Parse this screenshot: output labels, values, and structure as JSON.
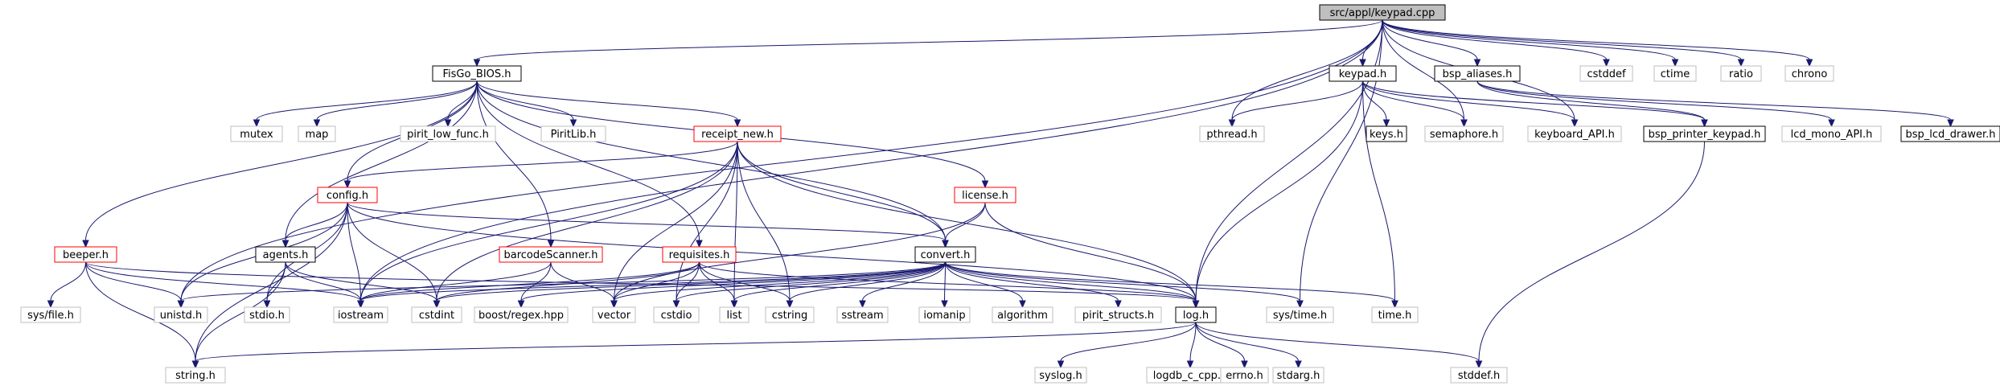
{
  "graph": {
    "colors": {
      "edge": "#191970",
      "root_fill": "#bfbfbf",
      "default_border": "#000000",
      "red_border": "#ff0000",
      "gray_border": "#bfbfbf",
      "text": "#000000"
    },
    "nodes": [
      {
        "id": "keypad_cpp",
        "label": "src/appl/keypad.cpp",
        "style": "root"
      },
      {
        "id": "fisgo",
        "label": "FisGo_BIOS.h",
        "style": "black"
      },
      {
        "id": "keypad_h",
        "label": "keypad.h",
        "style": "black"
      },
      {
        "id": "bsp_aliases",
        "label": "bsp_aliases.h",
        "style": "black"
      },
      {
        "id": "cstddef",
        "label": "cstddef",
        "style": "gray"
      },
      {
        "id": "ctime",
        "label": "ctime",
        "style": "gray"
      },
      {
        "id": "ratio",
        "label": "ratio",
        "style": "gray"
      },
      {
        "id": "chrono",
        "label": "chrono",
        "style": "gray"
      },
      {
        "id": "mutex",
        "label": "mutex",
        "style": "gray"
      },
      {
        "id": "map",
        "label": "map",
        "style": "gray"
      },
      {
        "id": "pirit_low_func",
        "label": "pirit_low_func.h",
        "style": "gray"
      },
      {
        "id": "piritlib",
        "label": "PiritLib.h",
        "style": "gray"
      },
      {
        "id": "receipt_new",
        "label": "receipt_new.h",
        "style": "red"
      },
      {
        "id": "pthread",
        "label": "pthread.h",
        "style": "gray"
      },
      {
        "id": "keys",
        "label": "keys.h",
        "style": "black"
      },
      {
        "id": "semaphore",
        "label": "semaphore.h",
        "style": "gray"
      },
      {
        "id": "keyboard_api",
        "label": "keyboard_API.h",
        "style": "gray"
      },
      {
        "id": "bsp_printer_keypad",
        "label": "bsp_printer_keypad.h",
        "style": "black"
      },
      {
        "id": "lcd_mono_api",
        "label": "lcd_mono_API.h",
        "style": "gray"
      },
      {
        "id": "bsp_lcd_drawer",
        "label": "bsp_lcd_drawer.h",
        "style": "black"
      },
      {
        "id": "config",
        "label": "config.h",
        "style": "red"
      },
      {
        "id": "license",
        "label": "license.h",
        "style": "red"
      },
      {
        "id": "beeper",
        "label": "beeper.h",
        "style": "red"
      },
      {
        "id": "agents",
        "label": "agents.h",
        "style": "black"
      },
      {
        "id": "barcodescanner",
        "label": "barcodeScanner.h",
        "style": "red"
      },
      {
        "id": "requisites",
        "label": "requisites.h",
        "style": "red"
      },
      {
        "id": "convert",
        "label": "convert.h",
        "style": "black"
      },
      {
        "id": "sys_file",
        "label": "sys/file.h",
        "style": "gray"
      },
      {
        "id": "unistd",
        "label": "unistd.h",
        "style": "gray"
      },
      {
        "id": "stdio",
        "label": "stdio.h",
        "style": "gray"
      },
      {
        "id": "iostream",
        "label": "iostream",
        "style": "gray"
      },
      {
        "id": "cstdint",
        "label": "cstdint",
        "style": "gray"
      },
      {
        "id": "boost_regex",
        "label": "boost/regex.hpp",
        "style": "gray"
      },
      {
        "id": "vector",
        "label": "vector",
        "style": "gray"
      },
      {
        "id": "cstdio",
        "label": "cstdio",
        "style": "gray"
      },
      {
        "id": "list",
        "label": "list",
        "style": "gray"
      },
      {
        "id": "cstring",
        "label": "cstring",
        "style": "gray"
      },
      {
        "id": "sstream",
        "label": "sstream",
        "style": "gray"
      },
      {
        "id": "iomanip",
        "label": "iomanip",
        "style": "gray"
      },
      {
        "id": "algorithm",
        "label": "algorithm",
        "style": "gray"
      },
      {
        "id": "pirit_structs",
        "label": "pirit_structs.h",
        "style": "gray"
      },
      {
        "id": "log",
        "label": "log.h",
        "style": "black"
      },
      {
        "id": "sys_time",
        "label": "sys/time.h",
        "style": "gray"
      },
      {
        "id": "time_h",
        "label": "time.h",
        "style": "gray"
      },
      {
        "id": "string_h",
        "label": "string.h",
        "style": "gray"
      },
      {
        "id": "syslog",
        "label": "syslog.h",
        "style": "gray"
      },
      {
        "id": "logdb",
        "label": "logdb_c_cpp.h",
        "style": "gray"
      },
      {
        "id": "errno",
        "label": "errno.h",
        "style": "gray"
      },
      {
        "id": "stdarg",
        "label": "stdarg.h",
        "style": "gray"
      },
      {
        "id": "stddef",
        "label": "stddef.h",
        "style": "gray"
      }
    ],
    "edges": [
      [
        "keypad_cpp",
        "fisgo"
      ],
      [
        "keypad_cpp",
        "keypad_h"
      ],
      [
        "keypad_cpp",
        "bsp_aliases"
      ],
      [
        "keypad_cpp",
        "cstddef"
      ],
      [
        "keypad_cpp",
        "ctime"
      ],
      [
        "keypad_cpp",
        "ratio"
      ],
      [
        "keypad_cpp",
        "chrono"
      ],
      [
        "keypad_cpp",
        "pthread"
      ],
      [
        "keypad_cpp",
        "semaphore"
      ],
      [
        "keypad_cpp",
        "keyboard_api"
      ],
      [
        "keypad_cpp",
        "log"
      ],
      [
        "keypad_cpp",
        "sys_time"
      ],
      [
        "keypad_cpp",
        "unistd"
      ],
      [
        "keypad_cpp",
        "iostream"
      ],
      [
        "fisgo",
        "mutex"
      ],
      [
        "fisgo",
        "map"
      ],
      [
        "fisgo",
        "pirit_low_func"
      ],
      [
        "fisgo",
        "piritlib"
      ],
      [
        "fisgo",
        "receipt_new"
      ],
      [
        "fisgo",
        "config"
      ],
      [
        "fisgo",
        "license"
      ],
      [
        "fisgo",
        "beeper"
      ],
      [
        "fisgo",
        "agents"
      ],
      [
        "fisgo",
        "barcodescanner"
      ],
      [
        "fisgo",
        "requisites"
      ],
      [
        "fisgo",
        "convert"
      ],
      [
        "keypad_h",
        "pthread"
      ],
      [
        "keypad_h",
        "keys"
      ],
      [
        "keypad_h",
        "semaphore"
      ],
      [
        "keypad_h",
        "keyboard_api"
      ],
      [
        "keypad_h",
        "bsp_printer_keypad"
      ],
      [
        "keypad_h",
        "log"
      ],
      [
        "keypad_h",
        "time_h"
      ],
      [
        "bsp_aliases",
        "bsp_printer_keypad"
      ],
      [
        "bsp_aliases",
        "lcd_mono_api"
      ],
      [
        "bsp_aliases",
        "bsp_lcd_drawer"
      ],
      [
        "bsp_printer_keypad",
        "stddef"
      ],
      [
        "receipt_new",
        "config"
      ],
      [
        "receipt_new",
        "convert"
      ],
      [
        "receipt_new",
        "iostream"
      ],
      [
        "receipt_new",
        "cstdint"
      ],
      [
        "receipt_new",
        "vector"
      ],
      [
        "receipt_new",
        "cstdio"
      ],
      [
        "receipt_new",
        "list"
      ],
      [
        "receipt_new",
        "cstring"
      ],
      [
        "receipt_new",
        "log"
      ],
      [
        "config",
        "agents"
      ],
      [
        "config",
        "convert"
      ],
      [
        "config",
        "unistd"
      ],
      [
        "config",
        "stdio"
      ],
      [
        "config",
        "iostream"
      ],
      [
        "config",
        "cstdint"
      ],
      [
        "config",
        "string_h"
      ],
      [
        "config",
        "log"
      ],
      [
        "license",
        "convert"
      ],
      [
        "license",
        "log"
      ],
      [
        "license",
        "vector"
      ],
      [
        "beeper",
        "sys_file"
      ],
      [
        "beeper",
        "unistd"
      ],
      [
        "beeper",
        "iostream"
      ],
      [
        "beeper",
        "string_h"
      ],
      [
        "beeper",
        "log"
      ],
      [
        "agents",
        "stdio"
      ],
      [
        "agents",
        "iostream"
      ],
      [
        "agents",
        "cstdint"
      ],
      [
        "agents",
        "string_h"
      ],
      [
        "barcodescanner",
        "iostream"
      ],
      [
        "barcodescanner",
        "boost_regex"
      ],
      [
        "barcodescanner",
        "vector"
      ],
      [
        "requisites",
        "iostream"
      ],
      [
        "requisites",
        "cstdint"
      ],
      [
        "requisites",
        "vector"
      ],
      [
        "requisites",
        "cstdio"
      ],
      [
        "requisites",
        "list"
      ],
      [
        "requisites",
        "cstring"
      ],
      [
        "requisites",
        "log"
      ],
      [
        "convert",
        "unistd"
      ],
      [
        "convert",
        "iostream"
      ],
      [
        "convert",
        "cstdint"
      ],
      [
        "convert",
        "boost_regex"
      ],
      [
        "convert",
        "vector"
      ],
      [
        "convert",
        "cstdio"
      ],
      [
        "convert",
        "list"
      ],
      [
        "convert",
        "cstring"
      ],
      [
        "convert",
        "sstream"
      ],
      [
        "convert",
        "iomanip"
      ],
      [
        "convert",
        "algorithm"
      ],
      [
        "convert",
        "pirit_structs"
      ],
      [
        "convert",
        "log"
      ],
      [
        "convert",
        "sys_time"
      ],
      [
        "convert",
        "time_h"
      ],
      [
        "log",
        "string_h"
      ],
      [
        "log",
        "syslog"
      ],
      [
        "log",
        "logdb"
      ],
      [
        "log",
        "errno"
      ],
      [
        "log",
        "stdarg"
      ],
      [
        "log",
        "stddef"
      ]
    ]
  }
}
